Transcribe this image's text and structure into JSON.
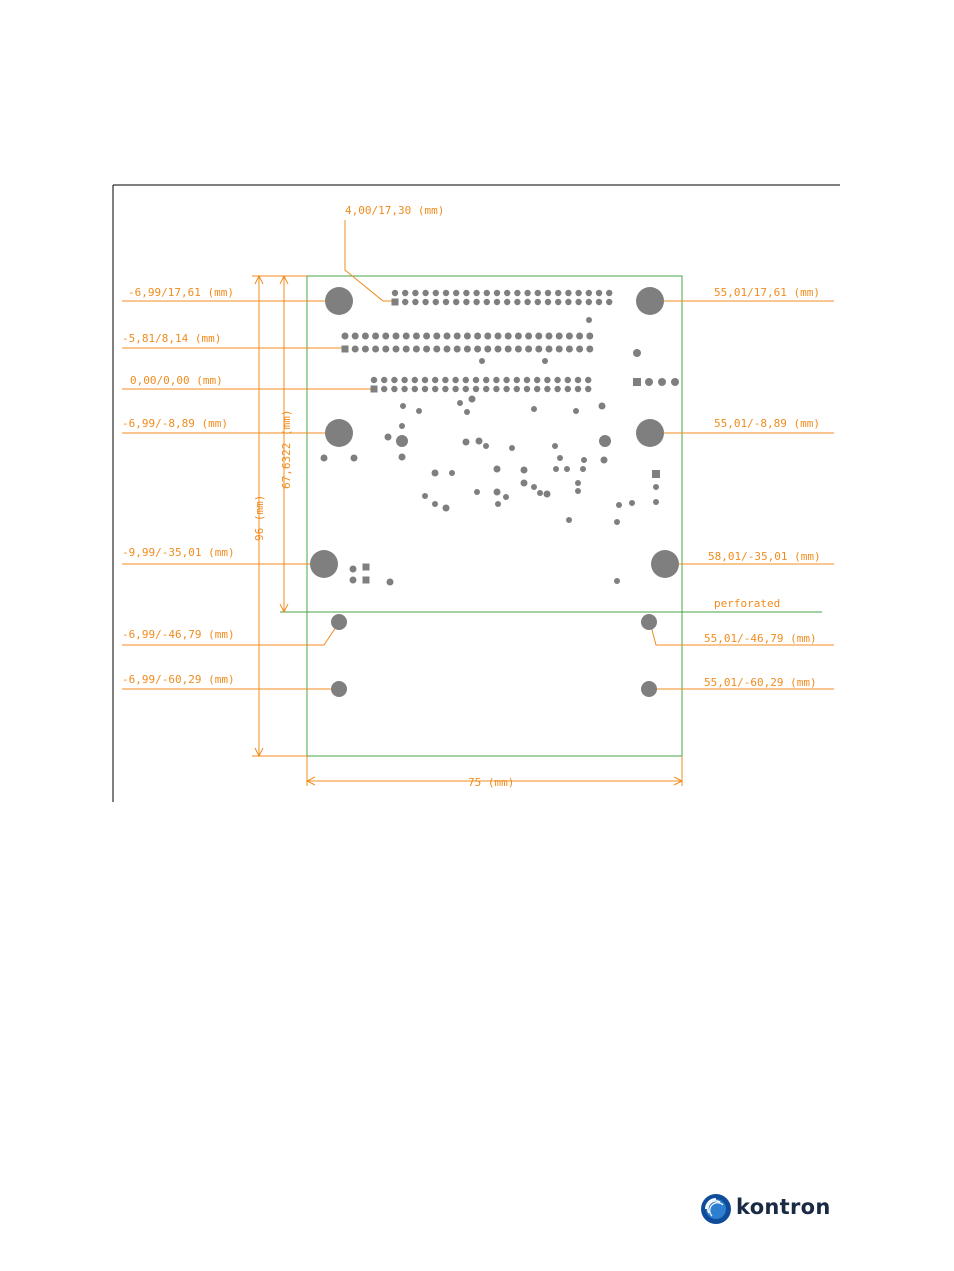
{
  "colors": {
    "dimension": "#f08c1e",
    "board_outline": "#47a447",
    "pad": "#7f7f7f",
    "frame": "#000000",
    "brand": "#0f4c9a"
  },
  "labels": {
    "top_connector": "4,00/17,30 (mm)",
    "left": [
      "-6,99/17,61 (mm)",
      "-5,81/8,14 (mm)",
      "0,00/0,00 (mm)",
      "-6,99/-8,89 (mm)",
      "-9,99/-35,01 (mm)",
      "-6,99/-46,79 (mm)",
      "-6,99/-60,29 (mm)"
    ],
    "right": [
      "55,01/17,61 (mm)",
      "55,01/-8,89 (mm)",
      "58,01/-35,01 (mm)",
      "perforated",
      "55,01/-46,79 (mm)",
      "55,01/-60,29 (mm)"
    ],
    "width": "75 (mm)",
    "height_total": "96 (mm)",
    "height_perforated": "67,6322 (mm)"
  },
  "logo": {
    "text": "kontron",
    "icon": "kontron-logo-icon"
  }
}
